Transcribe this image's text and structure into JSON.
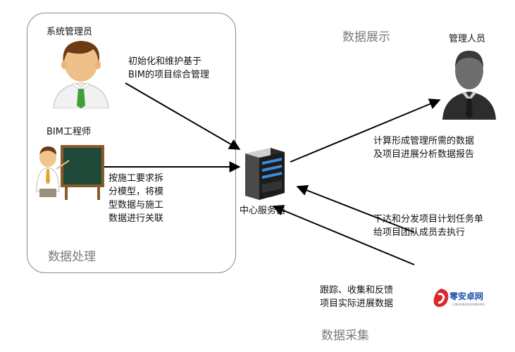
{
  "sections": {
    "processing": "数据处理",
    "display": "数据展示",
    "collection": "数据采集"
  },
  "actors": {
    "sysadmin": "系统管理员",
    "bim_engineer": "BIM工程师",
    "manager": "管理人员",
    "server": "中心服务器"
  },
  "flows": {
    "init_line1": "初始化和维护基于",
    "init_line2": "BIM的项目综合管理",
    "model_line1": "按施工要求拆",
    "model_line2": "分模型，将模",
    "model_line3": "型数据与施工",
    "model_line4": "数据进行关联",
    "report_line1": "计算形成管理所需的数据",
    "report_line2": "及项目进展分析数据报告",
    "dispatch_line1": "下达和分发项目计划任务单",
    "dispatch_line2": "给项目团队成员去执行",
    "feedback_line1": "跟踪、收集和反馈",
    "feedback_line2": "项目实际进展数据"
  },
  "logo": {
    "text": "零安卓网",
    "subtext": "LINGANZHUOWANG"
  },
  "colors": {
    "arrow": "#000000",
    "section_text": "#7a7a7a",
    "frame": "#8a8a8a",
    "logo_red": "#d8262a",
    "logo_blue": "#1f4fa8"
  }
}
